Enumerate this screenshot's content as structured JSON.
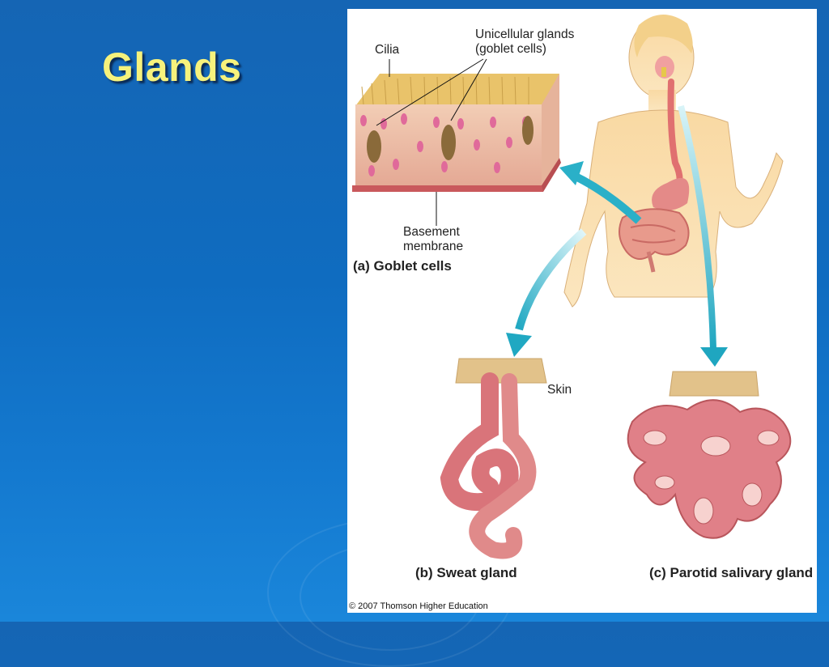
{
  "slide": {
    "title": "Glands"
  },
  "figure": {
    "labels": {
      "cilia": "Cilia",
      "unicellular_glands": "Unicellular glands",
      "goblet_cells_paren": "(goblet cells)",
      "basement": "Basement",
      "membrane": "membrane",
      "skin": "Skin"
    },
    "captions": {
      "a": "(a) Goblet cells",
      "b": "(b) Sweat gland",
      "c": "(c) Parotid salivary gland"
    },
    "copyright": "© 2007 Thomson Higher Education"
  },
  "colors": {
    "title": "#f6f27c",
    "arrow": "#2ab0c8",
    "tissue": "#e8b8a8",
    "gland": "#d9747a",
    "skin_tone": "#fbe2b0"
  }
}
